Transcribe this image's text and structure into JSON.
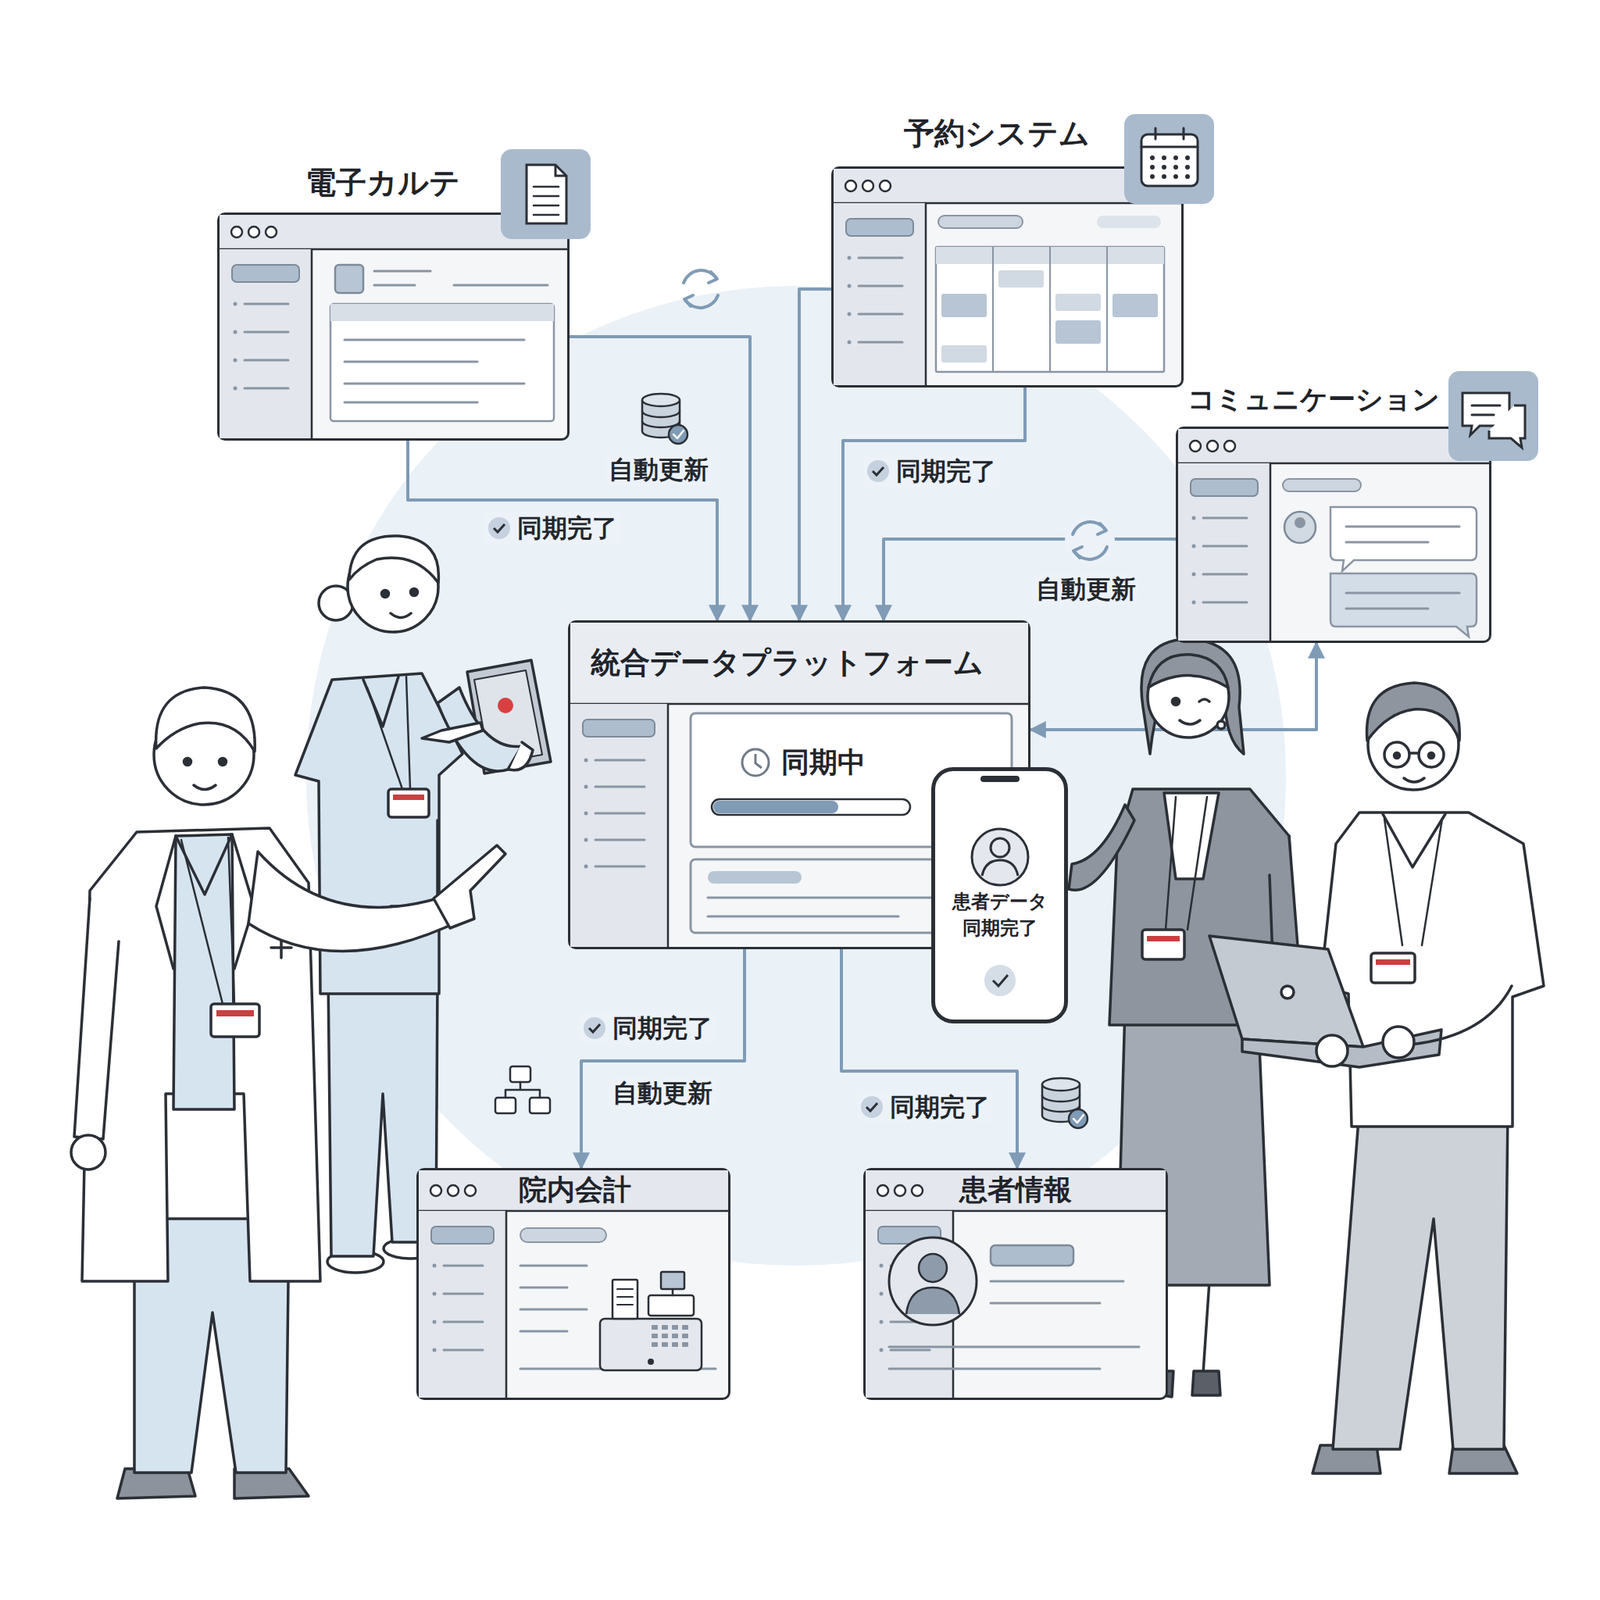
{
  "diagram": {
    "nodes": [
      {
        "text": [
          "電子カルテ"
        ]
      },
      {
        "text": [
          "予約システム"
        ]
      },
      {
        "text": [
          "コミュニケーション"
        ]
      },
      {
        "text": [
          "統合データプラットフォーム",
          "同期中"
        ]
      },
      {
        "text": [
          "患者データ 同期完了"
        ]
      },
      {
        "text": [
          "院内会計"
        ]
      },
      {
        "text": [
          "患者情報"
        ]
      }
    ],
    "edges": [
      {
        "from": 0,
        "to": 3,
        "label": "自動更新",
        "arrow": "to"
      },
      {
        "from": 0,
        "to": 3,
        "label": "同期完了",
        "arrow": "to"
      },
      {
        "from": 1,
        "to": 3,
        "arrow": "to"
      },
      {
        "from": 1,
        "to": 3,
        "label": "同期完了",
        "arrow": "to"
      },
      {
        "from": 2,
        "to": 3,
        "label": "自動更新",
        "arrow": "to"
      },
      {
        "from": 3,
        "to": 2,
        "arrow": "both"
      },
      {
        "from": 3,
        "to": 5,
        "label": "同期完了",
        "arrow": "to"
      },
      {
        "from": 3,
        "to": 6,
        "label": "同期完了",
        "arrow": "to"
      }
    ],
    "labels": [
      "自動更新"
    ]
  }
}
